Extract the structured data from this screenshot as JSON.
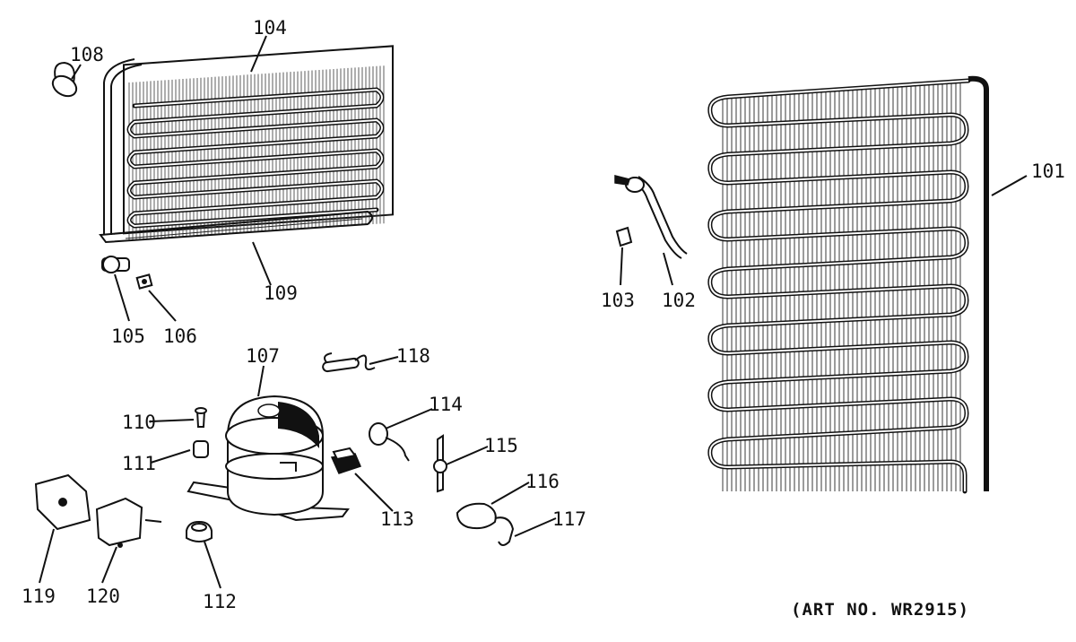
{
  "diagram": {
    "art_number": "(ART NO. WR2915)",
    "parts": [
      {
        "id": "101",
        "label": "101"
      },
      {
        "id": "102",
        "label": "102"
      },
      {
        "id": "103",
        "label": "103"
      },
      {
        "id": "104",
        "label": "104"
      },
      {
        "id": "105",
        "label": "105"
      },
      {
        "id": "106",
        "label": "106"
      },
      {
        "id": "107",
        "label": "107"
      },
      {
        "id": "108",
        "label": "108"
      },
      {
        "id": "109",
        "label": "109"
      },
      {
        "id": "110",
        "label": "110"
      },
      {
        "id": "111",
        "label": "111"
      },
      {
        "id": "112",
        "label": "112"
      },
      {
        "id": "113",
        "label": "113"
      },
      {
        "id": "114",
        "label": "114"
      },
      {
        "id": "115",
        "label": "115"
      },
      {
        "id": "116",
        "label": "116"
      },
      {
        "id": "117",
        "label": "117"
      },
      {
        "id": "118",
        "label": "118"
      },
      {
        "id": "119",
        "label": "119"
      },
      {
        "id": "120",
        "label": "120"
      }
    ]
  }
}
